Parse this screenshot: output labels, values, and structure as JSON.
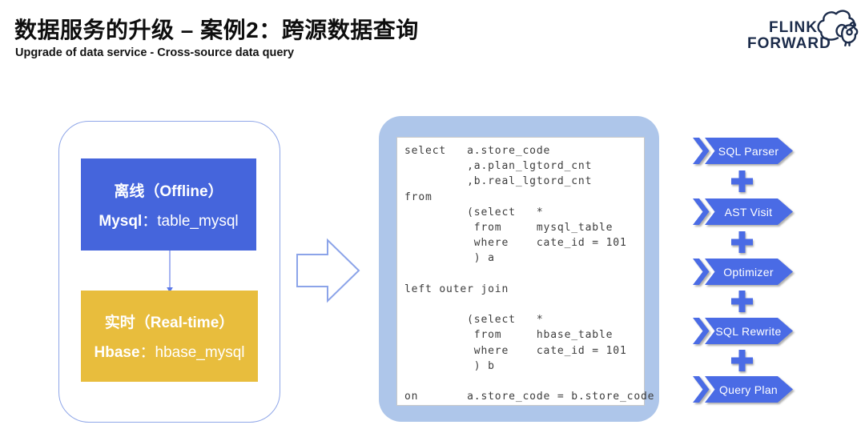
{
  "header": {
    "title": "数据服务的升级 – 案例2：跨源数据查询",
    "subtitle": "Upgrade of data service - Cross-source data query"
  },
  "logo": {
    "line1": "FLINK",
    "line2": "FORWARD",
    "icon": "squirrel-icon",
    "color": "#1b2b4a"
  },
  "sources": {
    "offline": {
      "title": "离线（Offline）",
      "engine": "Mysql",
      "table": "：table_mysql",
      "color": "#4565dc"
    },
    "realtime": {
      "title": "实时（Real-time）",
      "engine": "Hbase",
      "table": "：hbase_mysql",
      "color": "#e8bd3d"
    }
  },
  "sql": {
    "code_lines": [
      "select   a.store_code",
      "         ,a.plan_lgtord_cnt",
      "         ,b.real_lgtord_cnt",
      "from",
      "         (select   *",
      "          from     mysql_table",
      "          where    cate_id = 101",
      "          ) a",
      "",
      "left outer join",
      "",
      "         (select   *",
      "          from     hbase_table",
      "          where    cate_id = 101",
      "          ) b",
      "",
      "on       a.store_code = b.store_code"
    ],
    "panel_color": "#aec6ea"
  },
  "pipeline": {
    "steps": [
      {
        "label": "SQL Parser"
      },
      {
        "label": "AST Visit"
      },
      {
        "label": "Optimizer"
      },
      {
        "label": "SQL Rewrite"
      },
      {
        "label": "Query Plan"
      }
    ],
    "connector_icon": "plus-icon",
    "banner_color": "#4a6be5"
  }
}
